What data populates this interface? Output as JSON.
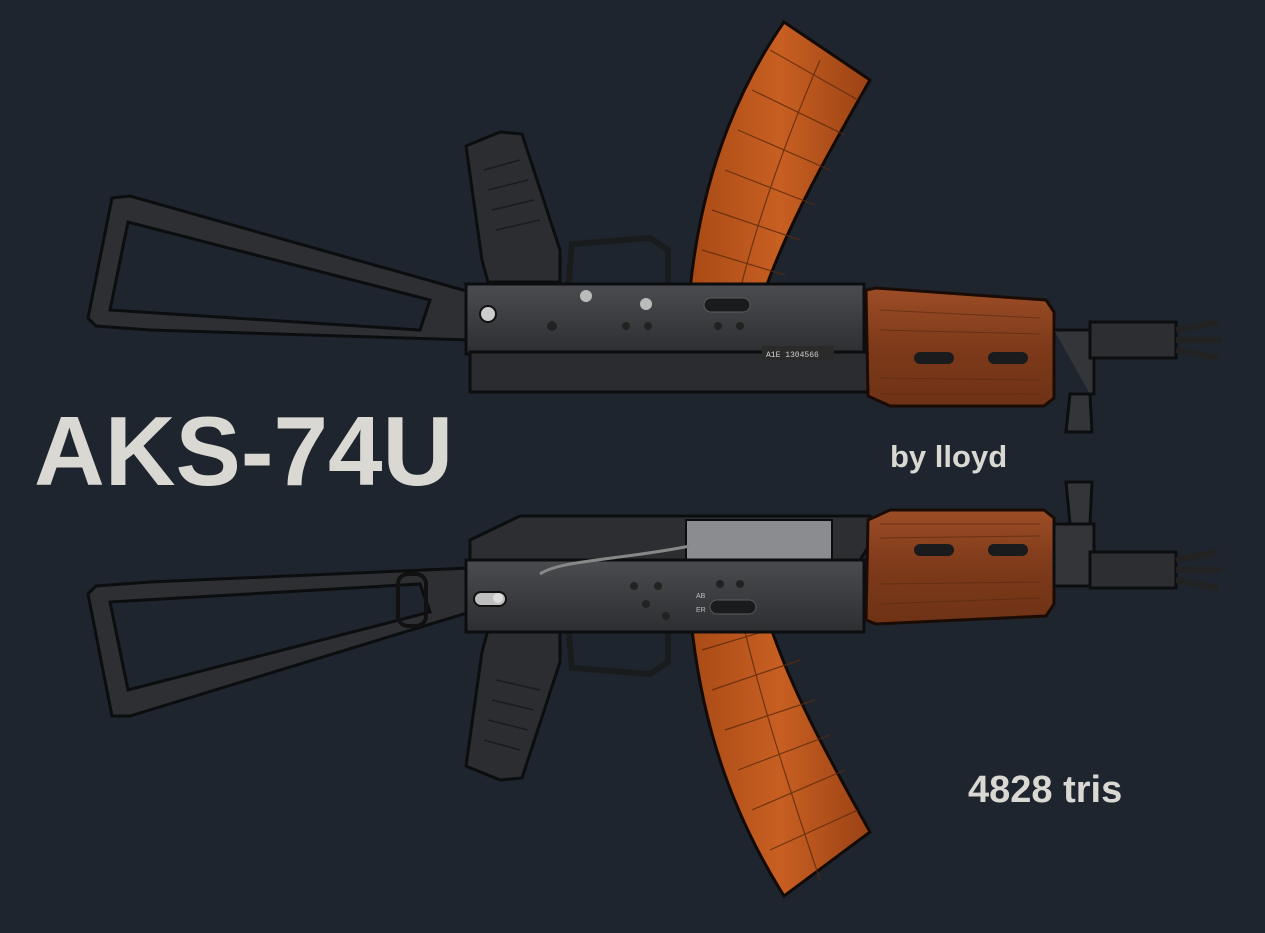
{
  "title": "AKS-74U",
  "author": "by lloyd",
  "poly_count": "4828 tris",
  "receiver_marking": "A1E 1304566",
  "selector_marks": [
    "AB",
    "ER"
  ],
  "colors": {
    "background": "#1f252e",
    "text": "#d9d8d2",
    "magazine": "#c05a1e",
    "wood": "#8a4220",
    "metal": "#3a3c3f",
    "edge": "#0c0d0f"
  }
}
